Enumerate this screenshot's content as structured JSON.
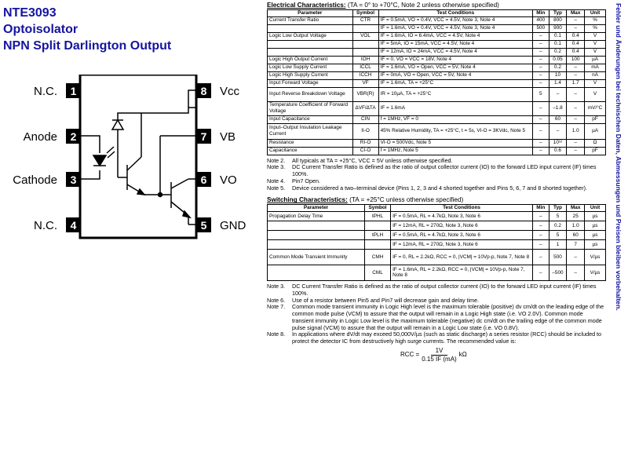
{
  "title": {
    "line1": "NTE3093",
    "line2": "Optoisolator",
    "line3": "NPN Split Darlington Output"
  },
  "pins": {
    "left": [
      {
        "num": "1",
        "name": "N.C."
      },
      {
        "num": "2",
        "name": "Anode"
      },
      {
        "num": "3",
        "name": "Cathode"
      },
      {
        "num": "4",
        "name": "N.C."
      }
    ],
    "right": [
      {
        "num": "8",
        "name": "Vcc"
      },
      {
        "num": "7",
        "name": "VB"
      },
      {
        "num": "6",
        "name": "VO"
      },
      {
        "num": "5",
        "name": "GND"
      }
    ]
  },
  "electrical": {
    "header": "Electrical Characteristics:",
    "conditions": "(TA = 0° to +70°C, Note 2 unless otherwise specified)",
    "columns": [
      "Parameter",
      "Symbol",
      "Test Conditions",
      "Min",
      "Typ",
      "Max",
      "Unit"
    ],
    "rows": [
      [
        "Current Transfer Ratio",
        "CTR",
        "IF = 0.5mA, VO = 0.4V, VCC = 4.5V, Note 3, Note 4",
        "400",
        "800",
        "–",
        "%"
      ],
      [
        "",
        "",
        "IF = 1.6mA, VO = 0.4V, VCC = 4.5V, Note 3, Note 4",
        "500",
        "900",
        "–",
        "%"
      ],
      [
        "Logic Low Output Voltage",
        "VOL",
        "IF = 1.6mA, IO = 6.4mA, VCC = 4.5V, Note 4",
        "–",
        "0.1",
        "0.4",
        "V"
      ],
      [
        "",
        "",
        "IF = 5mA, IO = 15mA, VCC = 4.5V, Note 4",
        "–",
        "0.1",
        "0.4",
        "V"
      ],
      [
        "",
        "",
        "IF = 12mA, IO = 24mA, VCC = 4.5V, Note 4",
        "–",
        "0.2",
        "0.4",
        "V"
      ],
      [
        "Logic High Output Current",
        "IOH",
        "IF = 0, VO = VCC = 18V, Note 4",
        "–",
        "0.05",
        "100",
        "µA"
      ],
      [
        "Logic Low Supply Current",
        "ICCL",
        "IF = 1.6mA, VO = Open, VCC = 5V, Note 4",
        "–",
        "0.2",
        "–",
        "mA"
      ],
      [
        "Logic High Supply Current",
        "ICCH",
        "IF = 0mA, VO = Open, VCC = 5V, Note 4",
        "–",
        "10",
        "–",
        "nA"
      ],
      [
        "Input Forward Voltage",
        "VF",
        "IF = 1.6mA, TA = +25°C",
        "–",
        "1.4",
        "1.7",
        "V"
      ],
      [
        "Input Reverse Breakdown Voltage",
        "VBR(R)",
        "IR = 10µA, TA = +25°C",
        "5",
        "–",
        "–",
        "V"
      ],
      [
        "Temperature Coefficient of Forward Voltage",
        "ΔVF/ΔTA",
        "IF = 1.6mA",
        "–",
        "–1.8",
        "–",
        "mV/°C"
      ],
      [
        "Input Capacitance",
        "CIN",
        "f = 1MHz, VF = 0",
        "–",
        "60",
        "–",
        "pF"
      ],
      [
        "Input–Output Insulation Leakage Current",
        "II-O",
        "45% Relative Humidity, TA = +25°C, t = 5s, VI-O = 3KVdc, Note 5",
        "–",
        "–",
        "1.0",
        "µA"
      ],
      [
        "Resistance",
        "RI-O",
        "VI-O = 500Vdc, Note 5",
        "–",
        "10¹²",
        "–",
        "Ω"
      ],
      [
        "Capacitance",
        "CI-O",
        "f = 1MHz, Note 5",
        "–",
        "0.6",
        "–",
        "pF"
      ]
    ],
    "notes": [
      {
        "k": "Note  2.",
        "v": "All typicals at TA = +25°C, VCC = 5V unless otherwise specified."
      },
      {
        "k": "Note  3.",
        "v": "DC Current Transfer Ratio is defined as the ratio of output collector current (IO) to the forward LED input current (IF) times 100%."
      },
      {
        "k": "Note  4.",
        "v": "Pin7 Open."
      },
      {
        "k": "Note  5.",
        "v": "Device considered a two–terminal device (Pins 1, 2, 3 and 4 shorted together and Pins 5, 6, 7 and 8 shorted together)."
      }
    ]
  },
  "switching": {
    "header": "Switching Characteristics:",
    "conditions": "(TA = +25°C unless otherwise specified)",
    "columns": [
      "Parameter",
      "Symbol",
      "Test Conditions",
      "Min",
      "Typ",
      "Max",
      "Unit"
    ],
    "rows": [
      [
        "Propagation Delay Time",
        "tPHL",
        "IF = 0.5mA, RL = 4.7kΩ, Note 3, Note 6",
        "–",
        "5",
        "25",
        "µs"
      ],
      [
        "",
        "",
        "IF = 12mA, RL = 270Ω, Note 3, Note 6",
        "–",
        "0.2",
        "1.0",
        "µs"
      ],
      [
        "",
        "tPLH",
        "IF = 0.5mA, RL = 4.7kΩ, Note 3, Note 6",
        "–",
        "5",
        "60",
        "µs"
      ],
      [
        "",
        "",
        "IF = 12mA, RL = 270Ω, Note 3, Note 6",
        "–",
        "1",
        "7",
        "µs"
      ],
      [
        "Common Mode Transient Immunity",
        "CMH",
        "IF = 0, RL = 2.2kΩ, RCC = 0, |VCM| = 10Vp-p, Note 7, Note 8",
        "–",
        "500",
        "–",
        "V/µs"
      ],
      [
        "",
        "CML",
        "IF = 1.6mA, RL = 2.2kΩ, RCC = 0, |VCM| = 10Vp-p, Note 7, Note 8",
        "–",
        "–500",
        "–",
        "V/µs"
      ]
    ],
    "notes": [
      {
        "k": "Note  3.",
        "v": "DC Current Transfer Ratio is defined as the ratio of output collector current (IO) to the forward LED input current (IF) times 100%."
      },
      {
        "k": "Note  6.",
        "v": "Use of a resistor between Pin5 and Pin7 will decrease gain and delay time."
      },
      {
        "k": "Note  7.",
        "v": "Common mode transient immunity in Logic High level is the maximum tolerable (positive) dv cm/dt on the leading edge of the common mode pulse (VCM) to assure that the output will remain in a Logic High state (i.e. VO 2.0V). Common mode transient immunity in Logic Low level is the maximum tolerable (negative) dc cm/dt on the trailing edge of the common mode pulse signal (VCM) to assure that the output will remain in a Logic Low state (i.e. VO 0.8V)."
      },
      {
        "k": "Note  8.",
        "v": "In applications where dV/dt may exceed 50,000V/µs (such as static discharge) a series resistor (RCC) should be included to protect the detector IC from destructively high surge currents. The recommended value is:"
      }
    ],
    "formula": {
      "lhs": "RCC =",
      "num": "1V",
      "den": "0.15 IF (mA)",
      "unit": "kΩ"
    }
  },
  "side_text": "Fehler und Änderungen bei technischen Daten, Abmessungen und Preisen bleiben vorbehalten."
}
